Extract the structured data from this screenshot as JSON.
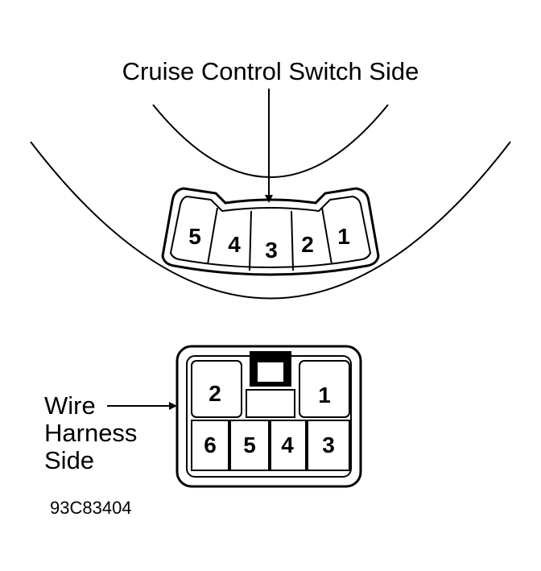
{
  "diagram": {
    "switch_side_label": "Cruise Control Switch Side",
    "harness_label_lines": [
      "Wire",
      "Harness",
      "Side"
    ],
    "figure_code": "93C83404"
  },
  "switch_connector": {
    "pins": [
      "5",
      "4",
      "3",
      "2",
      "1"
    ]
  },
  "harness_connector": {
    "top_pins": [
      "2",
      "1"
    ],
    "bottom_pins": [
      "6",
      "5",
      "4",
      "3"
    ]
  }
}
